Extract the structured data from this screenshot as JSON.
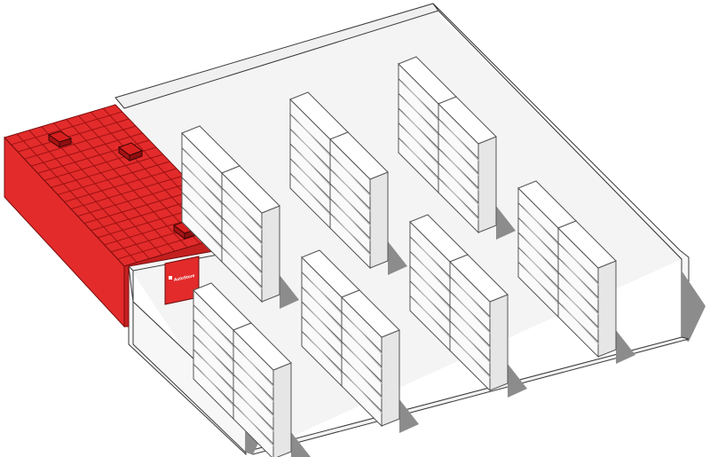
{
  "scene": {
    "colors": {
      "background": "#ffffff",
      "floor": "#f4f4f4",
      "wall_light": "#f2f2f2",
      "wall_top": "#ffffff",
      "wall_line": "#3a3a3a",
      "shadow": "#8c8c8c",
      "autostore_red": "#e32b2b",
      "autostore_dark": "#b81c1c",
      "grid_line": "#9e1212",
      "robot_red": "#d81f1f",
      "shelf_front": "#fafafa",
      "shelf_side": "#e6e6e6",
      "shelf_top": "#ffffff",
      "shelf_line": "#555555"
    },
    "autostore": {
      "door_label": "AutoStore",
      "robot_count": 3,
      "icon": "autostore-logo-icon"
    },
    "shelving": {
      "units": 7,
      "bays_per_unit": 2,
      "shelf_levels": 5
    }
  }
}
